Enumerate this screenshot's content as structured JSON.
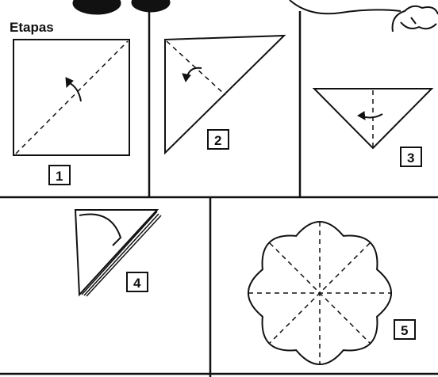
{
  "title": "Etapas",
  "steps": [
    {
      "number": "1"
    },
    {
      "number": "2"
    },
    {
      "number": "3"
    },
    {
      "number": "4"
    },
    {
      "number": "5"
    }
  ],
  "colors": {
    "ink": "#111111",
    "background": "#ffffff"
  }
}
